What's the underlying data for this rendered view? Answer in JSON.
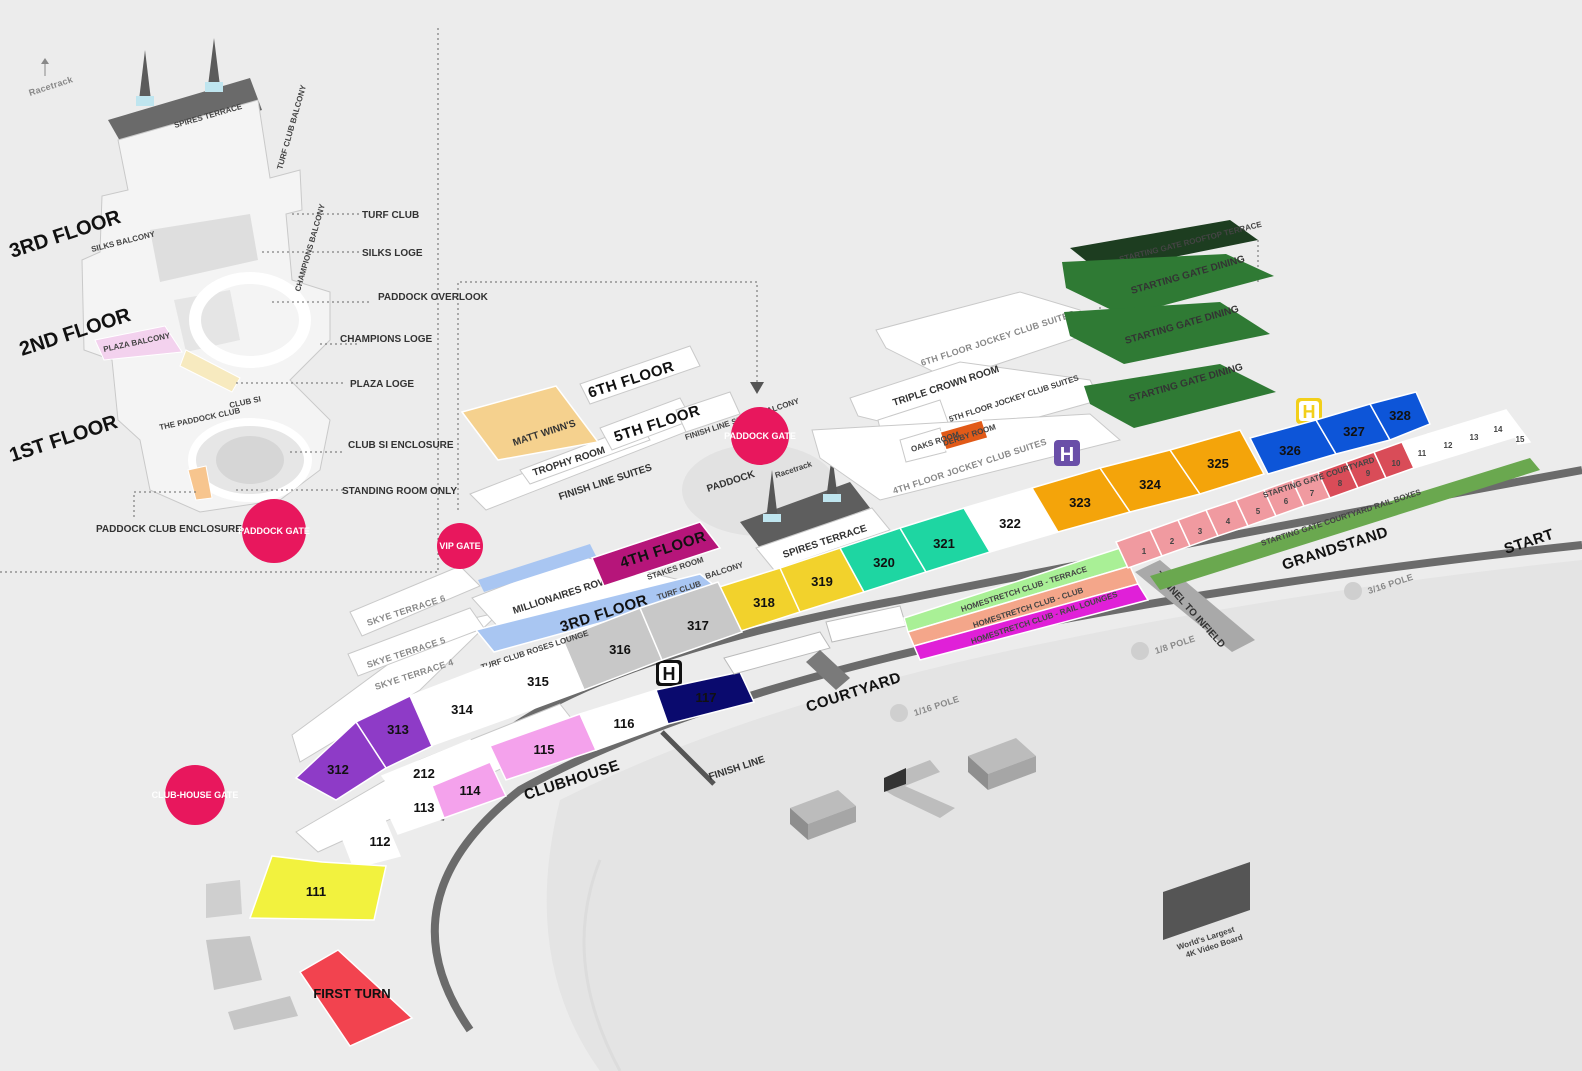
{
  "inset": {
    "direction": "Racetrack",
    "floors": [
      "3RD FLOOR",
      "2ND FLOOR",
      "1ST FLOOR"
    ],
    "legend": [
      "TURF CLUB",
      "SILKS LOGE",
      "PADDOCK OVERLOOK",
      "CHAMPIONS LOGE",
      "PLAZA LOGE",
      "CLUB SI ENCLOSURE",
      "STANDING ROOM ONLY"
    ],
    "inner_labels": [
      "SPIRES TERRACE",
      "TURF CLUB BALCONY",
      "SILKS BALCONY",
      "CHAMPIONS BALCONY",
      "PLAZA BALCONY",
      "CLUB SI",
      "THE PADDOCK CLUB"
    ],
    "paddock_club": "PADDOCK CLUB ENCLOSURE",
    "gate": "PADDOCK GATE"
  },
  "gates": {
    "vip": "VIP GATE",
    "paddock": "PADDOCK GATE",
    "clubhouse": "CLUB-HOUSE GATE"
  },
  "areas": {
    "matt_winns": "MATT WINN'S",
    "floor6": "6TH FLOOR",
    "floor5": "5TH FLOOR",
    "floor4": "4TH FLOOR",
    "floor3": "3RD FLOOR",
    "trophy_room": "TROPHY ROOM",
    "finish_line_suites": "FINISH LINE SUITES",
    "finish_line_suites_balcony": "FINISH LINE SUITES BALCONY",
    "stakes_room": "STAKES ROOM",
    "stakes_room_balcony": "STAKES ROOM BALCONY",
    "millionaires_row": "MILLIONAIRES ROW",
    "turf_club": "TURF CLUB",
    "turf_club_roses_lounge": "TURF CLUB ROSES LOUNGE",
    "skye_terrace_6": "SKYE TERRACE 6",
    "skye_terrace_5": "SKYE TERRACE 5",
    "skye_terrace_4": "SKYE TERRACE 4",
    "paddock": "PADDOCK",
    "racetrack": "Racetrack",
    "spires_terrace": "SPIRES TERRACE",
    "jc6": "6TH FLOOR JOCKEY CLUB SUITES",
    "jc5": "5TH FLOOR JOCKEY CLUB SUITES",
    "jc4": "4TH FLOOR JOCKEY CLUB SUITES",
    "triple_crown": "TRIPLE CROWN ROOM",
    "oaks_room": "OAKS ROOM",
    "derby_room": "DERBY ROOM",
    "sg_rooftop": "STARTING GATE ROOFTOP TERRACE",
    "sg_dining": "STARTING GATE DINING",
    "sg_courtyard": "STARTING GATE COURTYARD",
    "sg_rail_boxes": "STARTING GATE COURTYARD RAIL BOXES",
    "hs_terrace": "HOMESTRETCH CLUB - TERRACE",
    "hs_club": "HOMESTRETCH CLUB - CLUB",
    "hs_rail": "HOMESTRETCH CLUB - RAIL LOUNGES",
    "courtyard": "COURTYARD",
    "clubhouse": "CLUBHOUSE",
    "grandstand": "GRANDSTAND",
    "start": "START",
    "finish_line": "FINISH LINE",
    "tunnel": "TUNNEL TO INFIELD",
    "first_turn": "FIRST TURN",
    "video_board": "World's Largest 4K Video Board",
    "pole_16": "1/16 POLE",
    "pole_8": "1/8 POLE",
    "pole_316": "3/16 POLE"
  },
  "sections": {
    "s111": "111",
    "s112": "112",
    "s113": "113",
    "s114": "114",
    "s115": "115",
    "s116": "116",
    "s117": "117",
    "s212": "212",
    "s312": "312",
    "s313": "313",
    "s314": "314",
    "s315": "315",
    "s316": "316",
    "s317": "317",
    "s318": "318",
    "s319": "319",
    "s320": "320",
    "s321": "321",
    "s322": "322",
    "s323": "323",
    "s324": "324",
    "s325": "325",
    "s326": "326",
    "s327": "327",
    "s328": "328"
  },
  "boxes": [
    "1",
    "2",
    "3",
    "4",
    "5",
    "6",
    "7",
    "8",
    "9",
    "10",
    "11",
    "12",
    "13",
    "14",
    "15"
  ],
  "helipad": "H",
  "colors": {
    "gate": "#e8175d",
    "green": "#2f7a34",
    "darkgreen": "#1d3d20",
    "orange": "#f4a40a",
    "blue": "#0d55d8",
    "teal": "#1ed6a2",
    "yellow": "#f2d22c",
    "purple": "#8e3bc7",
    "pink": "#f4a2ec",
    "navy": "#0a0a6e",
    "lime": "#f2f23e",
    "red": "#f2434f"
  }
}
